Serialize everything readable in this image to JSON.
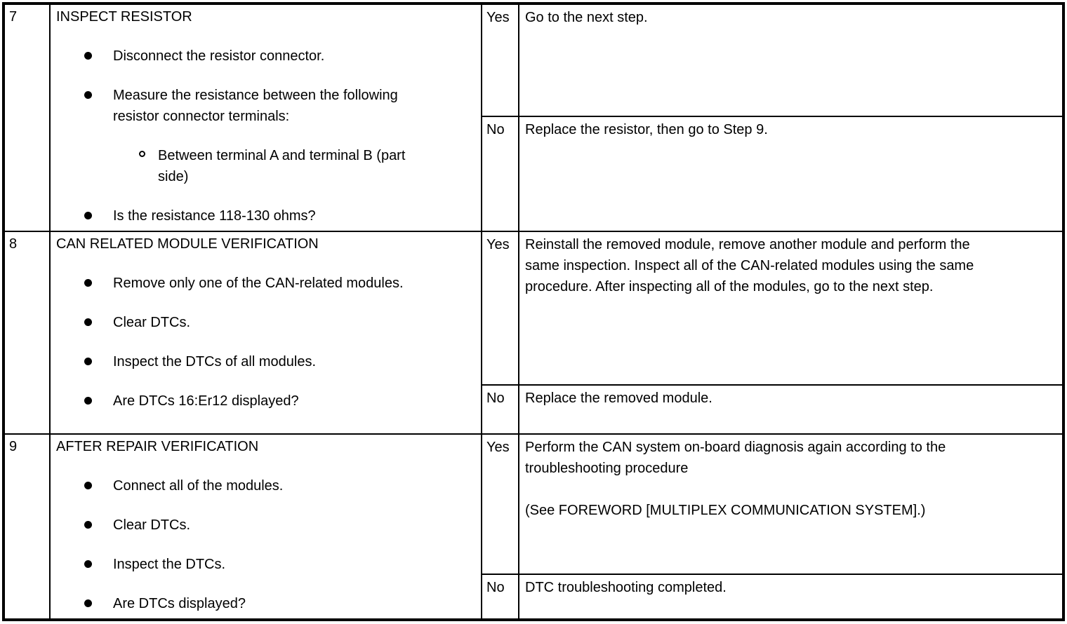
{
  "steps": [
    {
      "num": "7",
      "title": "INSPECT RESISTOR",
      "bullets": [
        "Disconnect the resistor connector.",
        "Measure the resistance between the following resistor connector terminals:",
        "Is the resistance 118-130 ohms?"
      ],
      "sub_bullets": [
        "Between terminal A and terminal B (part side)"
      ],
      "yes": {
        "label": "Yes",
        "action": "Go to the next step."
      },
      "no": {
        "label": "No",
        "action": "Replace the resistor, then go to Step 9."
      }
    },
    {
      "num": "8",
      "title": "CAN RELATED MODULE VERIFICATION",
      "bullets": [
        "Remove only one of the CAN-related modules.",
        "Clear DTCs.",
        "Inspect the DTCs of all modules.",
        "Are DTCs 16:Er12 displayed?"
      ],
      "yes": {
        "label": "Yes",
        "action": "Reinstall the removed module, remove another module and perform the same inspection. Inspect all of the CAN-related modules using the same procedure. After inspecting all of the modules, go to the next step."
      },
      "no": {
        "label": "No",
        "action": "Replace the removed module."
      }
    },
    {
      "num": "9",
      "title": "AFTER REPAIR VERIFICATION",
      "bullets": [
        "Connect all of the modules.",
        "Clear DTCs.",
        "Inspect the DTCs.",
        "Are DTCs displayed?"
      ],
      "yes": {
        "label": "Yes",
        "action": "Perform the CAN system on-board diagnosis again according to the troubleshooting procedure",
        "action_2": "(See FOREWORD [MULTIPLEX COMMUNICATION SYSTEM].)"
      },
      "no": {
        "label": "No",
        "action": "DTC troubleshooting completed."
      }
    }
  ]
}
